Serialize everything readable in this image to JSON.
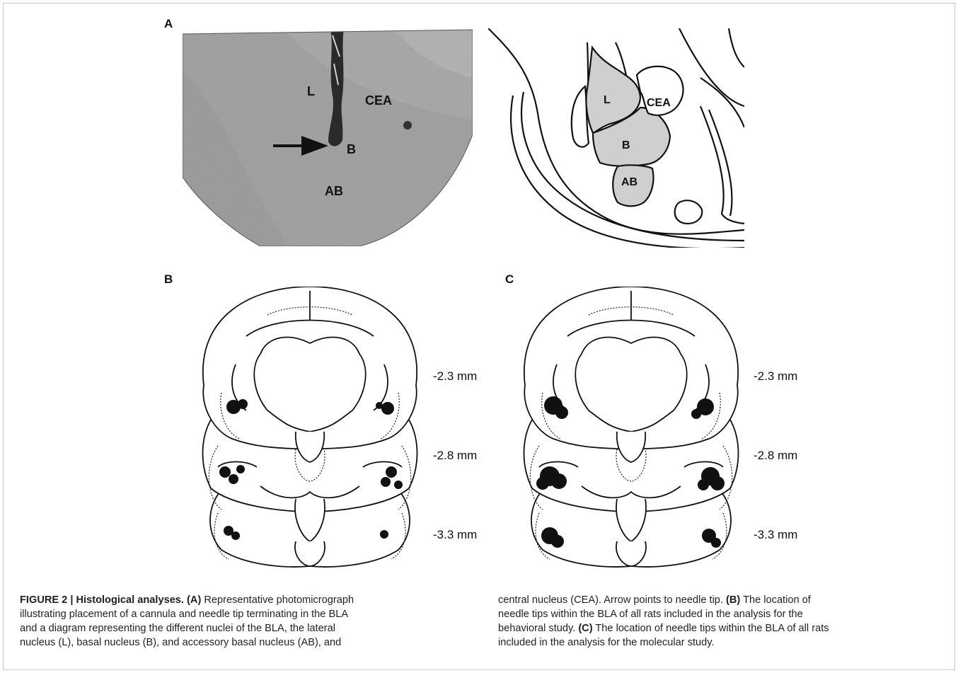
{
  "panels": {
    "a_letter": "A",
    "b_letter": "B",
    "c_letter": "C"
  },
  "photo_labels": {
    "lateral": "L",
    "central": "CEA",
    "basal": "B",
    "accessory_basal": "AB"
  },
  "diagram_labels": {
    "lateral": "L",
    "central": "CEA",
    "basal": "B",
    "accessory_basal": "AB"
  },
  "depths_b": [
    "-2.3 mm",
    "-2.8 mm",
    "-3.3 mm"
  ],
  "depths_c": [
    "-2.3 mm",
    "-2.8 mm",
    "-3.3 mm"
  ],
  "caption": {
    "figure_label": "FIGURE 2 | Histological analyses.",
    "ref_a": "(A)",
    "text_a": " Representative photomicrograph illustrating placement of a cannula and needle tip terminating in the BLA and a diagram representing the different nuclei of the BLA, the lateral nucleus (L), basal nucleus (B), and accessory basal nucleus (AB), and central nucleus (CEA). Arrow points to needle tip. ",
    "ref_b": "(B)",
    "text_b": " The location of needle tips within the BLA of all rats included in the analysis for the behavioral study. ",
    "ref_c": "(C)",
    "text_c": " The location of needle tips within the BLA of all rats included in the analysis for the molecular study."
  },
  "caption_lines_left": [
    [
      {
        "b": true,
        "k": "figure_label"
      },
      {
        "b": true,
        "k": "ref_a",
        "pre": " "
      },
      {
        "t": " Representative photomicrograph"
      }
    ],
    [
      {
        "t": "illustrating placement of a cannula and needle tip terminating in the BLA"
      }
    ],
    [
      {
        "t": "and a diagram representing the different nuclei of the BLA, the lateral"
      }
    ],
    [
      {
        "t": "nucleus (L), basal nucleus (B), and accessory basal nucleus (AB), and"
      }
    ]
  ],
  "caption_lines_right": [
    [
      {
        "t": "central nucleus (CEA). Arrow points to needle tip. "
      },
      {
        "b": true,
        "k": "ref_b"
      },
      {
        "t": " The location of"
      }
    ],
    [
      {
        "t": "needle tips within the BLA of all rats included in the analysis for the"
      }
    ],
    [
      {
        "t": "behavioral study. "
      },
      {
        "b": true,
        "k": "ref_c"
      },
      {
        "t": " The location of needle tips within the BLA of all rats"
      }
    ],
    [
      {
        "t": "included in the analysis for the molecular study."
      }
    ]
  ]
}
